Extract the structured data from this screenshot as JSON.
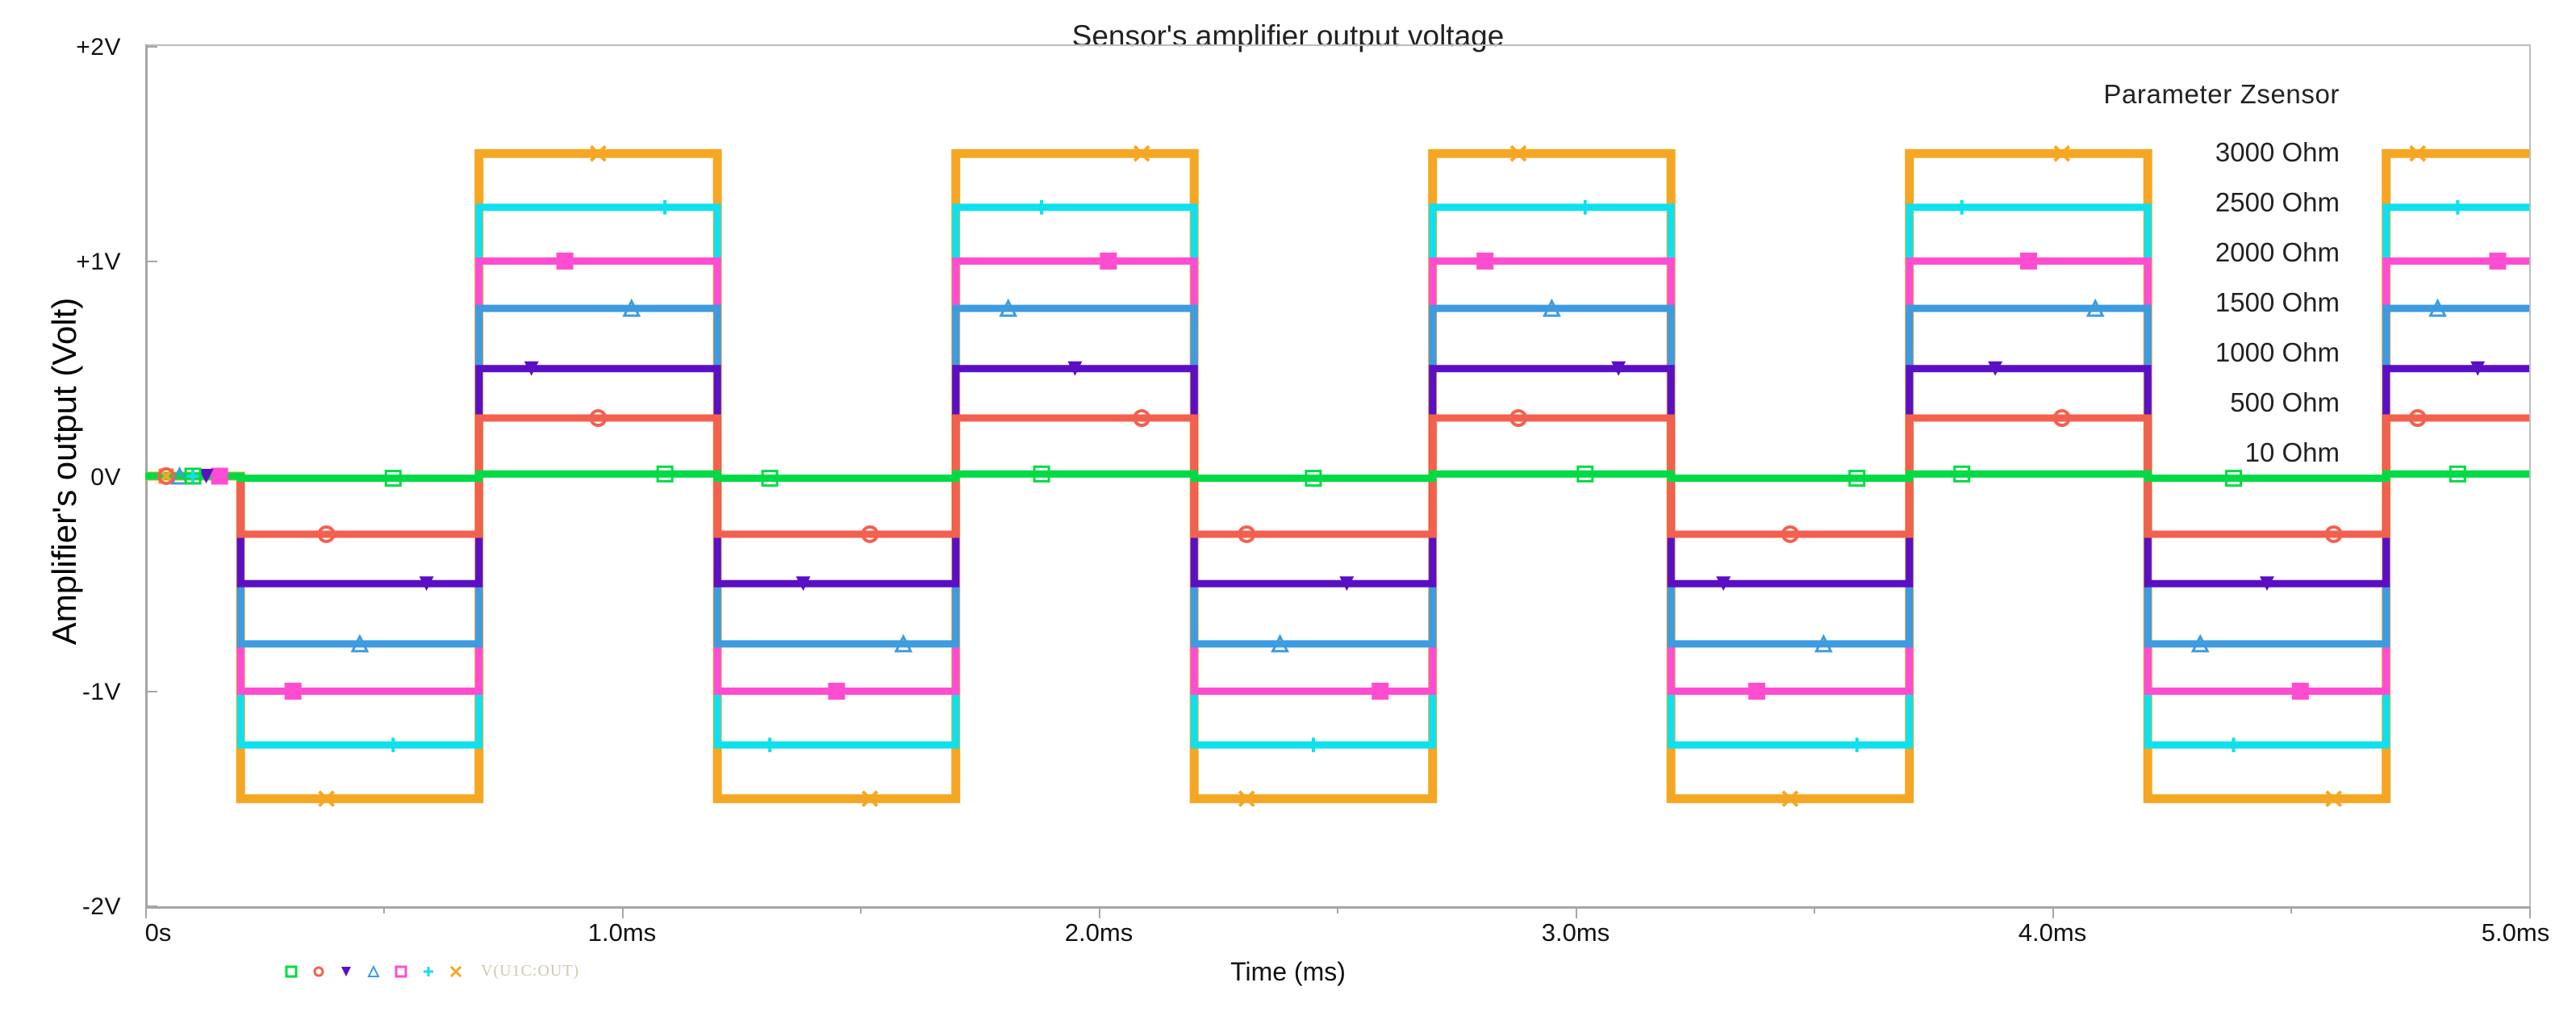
{
  "chart_data": {
    "type": "line",
    "title": "Sensor's amplifier output voltage",
    "xlabel": "Time (ms)",
    "ylabel": "Amplifier's output (Volt)",
    "xlim": [
      0,
      5
    ],
    "ylim": [
      -2,
      2
    ],
    "x_unit": "ms",
    "y_unit": "V",
    "grid": false,
    "x_ticks": [
      0,
      0.5,
      1.0,
      1.5,
      2.0,
      2.5,
      3.0,
      3.5,
      4.0,
      4.5,
      5.0
    ],
    "x_tick_labels": [
      "0s",
      "",
      "1.0ms",
      "",
      "2.0ms",
      "",
      "3.0ms",
      "",
      "4.0ms",
      "",
      "5.0ms"
    ],
    "y_ticks": [
      2,
      1,
      0,
      -1,
      -2
    ],
    "y_tick_labels": [
      "+2V",
      "+1V",
      "0V",
      "-1V",
      "-2V"
    ],
    "legend_title": "Parameter  Zsensor",
    "legend_position": "right",
    "waveform": {
      "shape": "square",
      "period_ms": 1.0,
      "duty": 0.5,
      "first_high_start_ms": 0.7,
      "first_low_start_ms": 0.2,
      "description": "Square wave alternating between +A and -A with zero-crossing plateaus"
    },
    "series": [
      {
        "name": "3000 Ohm",
        "color": "#F5A623",
        "marker": "x",
        "amplitude_v": 1.5,
        "high_v": 1.5,
        "low_v": -1.5
      },
      {
        "name": "2500 Ohm",
        "color": "#0FE0EE",
        "marker": "plus",
        "amplitude_v": 1.25,
        "high_v": 1.25,
        "low_v": -1.25
      },
      {
        "name": "2000 Ohm",
        "color": "#FF4DD2",
        "marker": "square",
        "amplitude_v": 1.0,
        "high_v": 1.0,
        "low_v": -1.0
      },
      {
        "name": "1500 Ohm",
        "color": "#3D9BE0",
        "marker": "triangle-up",
        "amplitude_v": 0.78,
        "high_v": 0.78,
        "low_v": -0.78
      },
      {
        "name": "1000 Ohm",
        "color": "#5B0FC4",
        "marker": "triangle-down",
        "amplitude_v": 0.5,
        "high_v": 0.5,
        "low_v": -0.5
      },
      {
        "name": "500 Ohm",
        "color": "#F4604F",
        "marker": "circle",
        "amplitude_v": 0.27,
        "high_v": 0.27,
        "low_v": -0.27
      },
      {
        "name": "10 Ohm",
        "color": "#00DB45",
        "marker": "square-open",
        "amplitude_v": 0.01,
        "high_v": 0.01,
        "low_v": -0.01
      }
    ],
    "trace_legend": {
      "label": "V(U1C:OUT)",
      "markers": [
        {
          "name": "square-open",
          "color": "#00DB45"
        },
        {
          "name": "circle",
          "color": "#F4604F"
        },
        {
          "name": "triangle-down",
          "color": "#5B0FC4"
        },
        {
          "name": "triangle-up",
          "color": "#3D9BE0"
        },
        {
          "name": "square",
          "color": "#FF4DD2"
        },
        {
          "name": "plus",
          "color": "#0FE0EE"
        },
        {
          "name": "x",
          "color": "#F5A623"
        }
      ]
    },
    "colors": {
      "axis": "#a6a6a6",
      "text": "#111111",
      "background": "#ffffff"
    }
  }
}
